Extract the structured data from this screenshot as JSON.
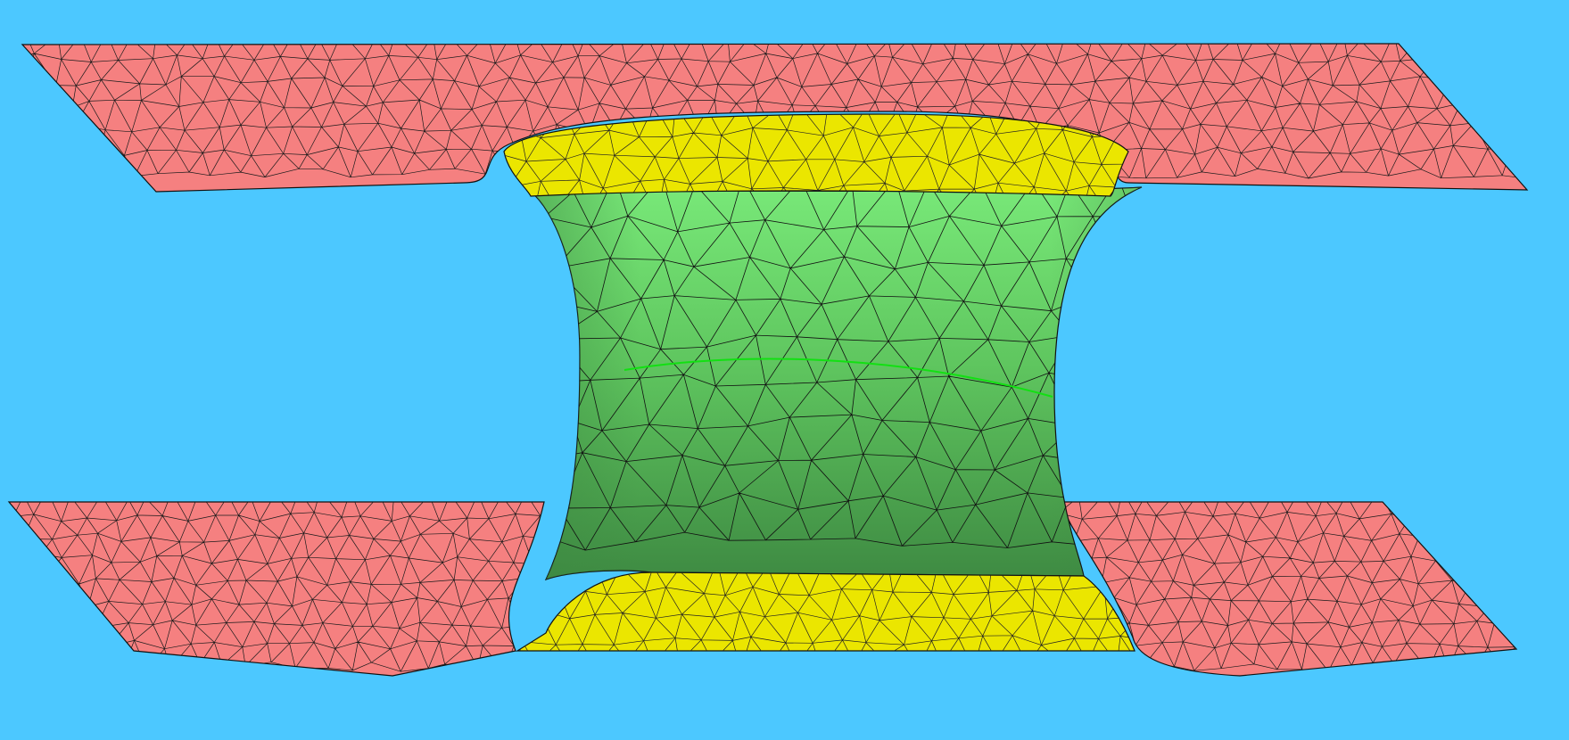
{
  "scene": {
    "description_hidden": "",
    "colors": {
      "background": "#4cc8ff",
      "plates": "#f58080",
      "caps": "#ebe600",
      "column": "#5fc65f",
      "column_light": "#78e878",
      "column_shadow": "#3e8a42",
      "mesh_edges": "#111111",
      "seam_line": "#12e012"
    },
    "parts": [
      "top-plate",
      "bottom-plate",
      "top-cap",
      "bottom-cap",
      "hourglass-column"
    ]
  }
}
